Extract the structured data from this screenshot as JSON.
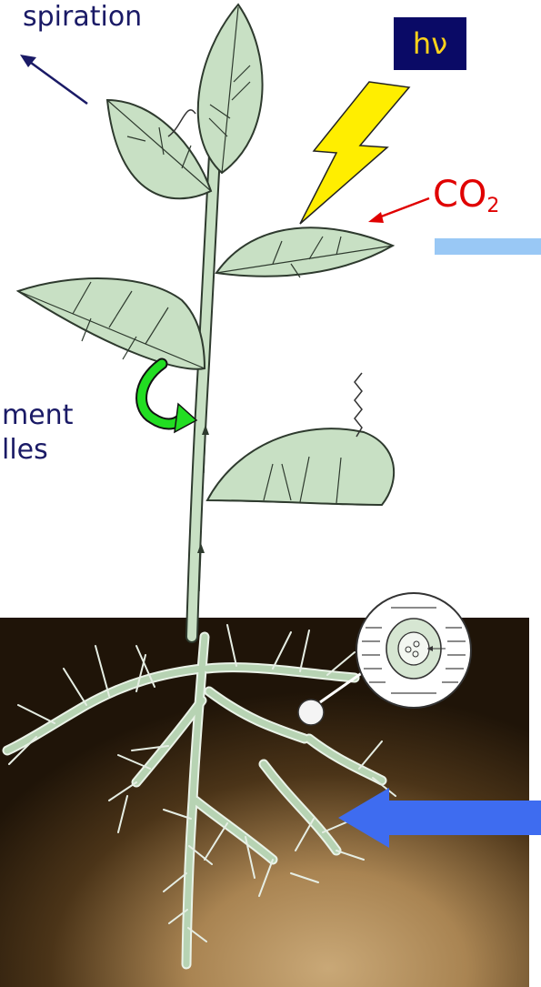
{
  "labels": {
    "transpiration": "spiration",
    "movement_line1": "ment",
    "movement_line2": "lles",
    "light": "hν",
    "co2_main": "CO",
    "co2_sub": "2"
  },
  "colors": {
    "soil_dark": "#1f1408",
    "soil_light": "#c9a877",
    "plant_fill": "#c8e0c4",
    "plant_outline": "#2e3a2e",
    "text_navy": "#1a1a66",
    "light_box": "#0a0a66",
    "lightning": "#ffee00",
    "co2_red": "#e00000",
    "green_arrow": "#22dd22",
    "blue_arrow": "#3e6cf0",
    "light_blue_bar": "#99c8f5"
  }
}
